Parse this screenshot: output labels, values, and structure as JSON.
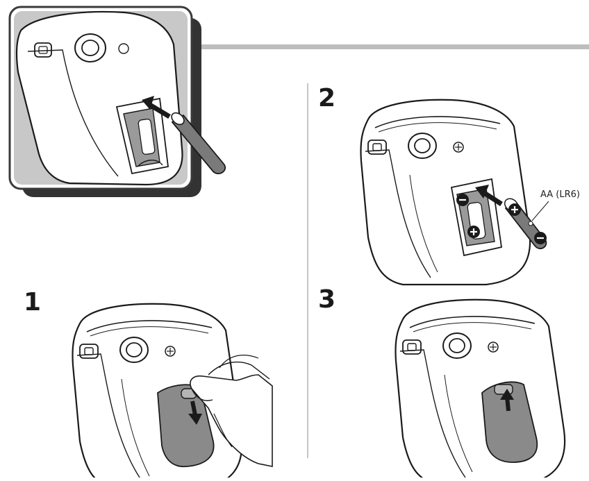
{
  "steps": [
    {
      "number": "1"
    },
    {
      "number": "2"
    },
    {
      "number": "3"
    }
  ],
  "battery_label": "AA (LR6)",
  "battery_polarity": {
    "plus": "+",
    "minus": "−"
  },
  "colors": {
    "outline": "#1a1a1a",
    "body": "#ffffff",
    "cover": "#8a8a8a",
    "inset_bg": "#c8c8c8",
    "inset_shadow": "#333333",
    "rule": "#bdbdbd",
    "divider": "#c4c4c4"
  }
}
